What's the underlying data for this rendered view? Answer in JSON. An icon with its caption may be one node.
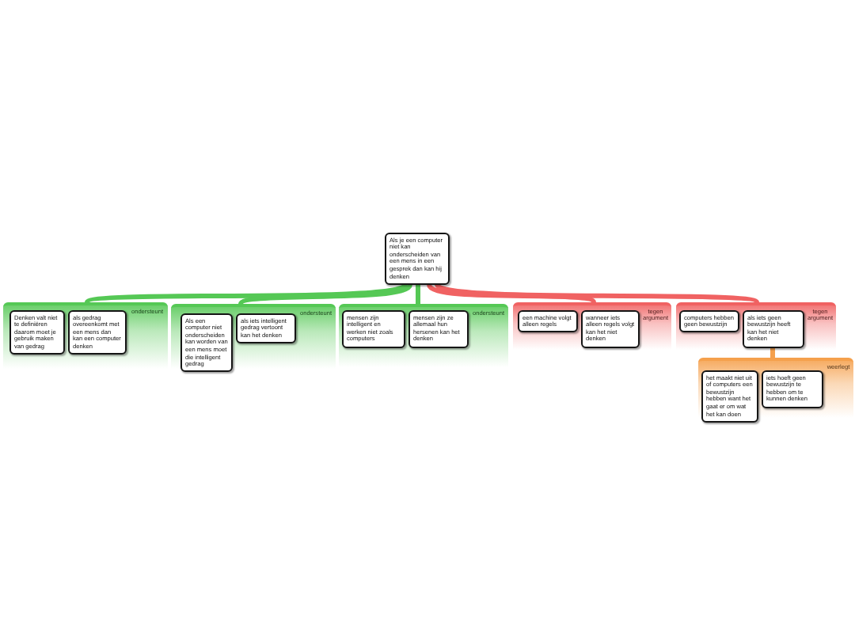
{
  "diagram": {
    "nodes": [
      {
        "text": [
          "Als je een computer niet kan onderscheiden van een mens in een gesprek dan kan hij denken"
        ]
      },
      {
        "text": [
          "ondersteunt"
        ]
      },
      {
        "text": [
          "Denken valt niet te definiëren daarom moet je gebruik maken van gedrag"
        ],
        "in": 1
      },
      {
        "text": [
          "als gedrag overeenkomt met een mens dan kan een computer denken"
        ],
        "in": 1
      },
      {
        "text": [
          "ondersteunt"
        ]
      },
      {
        "text": [
          "Als een computer niet onderscheiden kan worden van een mens moet die intelligent gedrag"
        ],
        "in": 4
      },
      {
        "text": [
          "als iets intelligent gedrag vertoont kan het denken"
        ],
        "in": 4
      },
      {
        "text": [
          "ondersteunt"
        ]
      },
      {
        "text": [
          "mensen zijn intelligent en werken niet zoals computers"
        ],
        "in": 7
      },
      {
        "text": [
          "mensen zijn ze allemaal hun hersenen kan het denken"
        ],
        "in": 7
      },
      {
        "text": [
          "tegen argument"
        ]
      },
      {
        "text": [
          "een machine volgt alleen regels"
        ],
        "in": 10
      },
      {
        "text": [
          "wanneer iets alleen regels volgt kan het niet denken"
        ],
        "in": 10
      },
      {
        "text": [
          "tegen argument"
        ]
      },
      {
        "text": [
          "computers hebben geen bewustzijn"
        ],
        "in": 13
      },
      {
        "text": [
          "als iets geen bewustzijn heeft kan het niet denken"
        ],
        "in": 13
      },
      {
        "text": [
          "weerlegt"
        ]
      },
      {
        "text": [
          "het maakt niet uit of computers een bewustzijn hebben want het gaat er om wat het kan doen"
        ],
        "in": 16
      },
      {
        "text": [
          "iets hoeft geen bewustzijn te hebben om te kunnen denken"
        ],
        "in": 16
      }
    ],
    "edges": [
      {
        "from": 1,
        "to": 0,
        "arrow": "none"
      },
      {
        "from": 4,
        "to": 0,
        "arrow": "none"
      },
      {
        "from": 7,
        "to": 0,
        "arrow": "none"
      },
      {
        "from": 10,
        "to": 0,
        "arrow": "none",
        "color": "#f06262"
      },
      {
        "from": 13,
        "to": 0,
        "arrow": "none",
        "color": "#f06262"
      },
      {
        "from": 16,
        "to": 15,
        "arrow": "none",
        "color": "#f5a04c"
      }
    ]
  }
}
